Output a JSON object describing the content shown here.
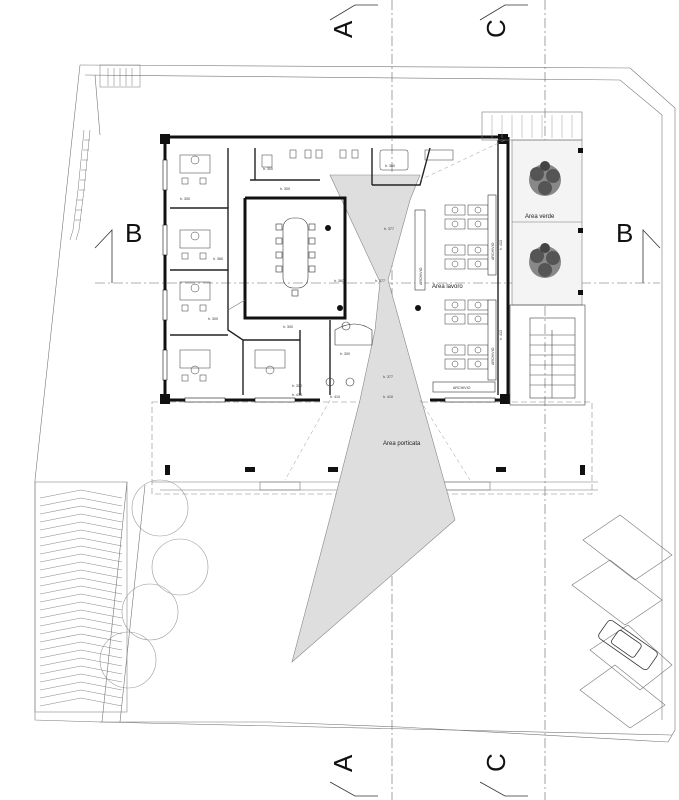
{
  "section_markers": {
    "a_top": "A",
    "c_top": "C",
    "b_left": "B",
    "b_right": "B",
    "a_bottom": "A",
    "c_bottom": "C"
  },
  "area_labels": {
    "area_verde": "Area verde",
    "area_lavoro": "Area lavoro",
    "area_porticata": "Area porticata",
    "archivio_bottom": "ARCHIVIO",
    "archivio_center": "ARCHIVIO",
    "archivio_right1": "ARCHIVIO",
    "archivio_right2": "ARCHIVIO"
  },
  "heights": {
    "h300_a": "h. 300",
    "h300_b": "h. 300",
    "h300_c": "h. 300",
    "h300_d": "h. 300",
    "h300_e": "h. 300",
    "h300_f": "h. 300",
    "h300_g": "h. 300",
    "h360_a": "h. 360",
    "h360_b": "h. 360",
    "h360_c": "h. 360",
    "h377_a": "h. 377",
    "h377_b": "h. 377",
    "h377_c": "h. 377",
    "h410_a": "h. 410",
    "h410_b": "h. 410",
    "h413_a": "h. 413",
    "h413_b": "h. 413",
    "h413_c": "h. 413"
  }
}
